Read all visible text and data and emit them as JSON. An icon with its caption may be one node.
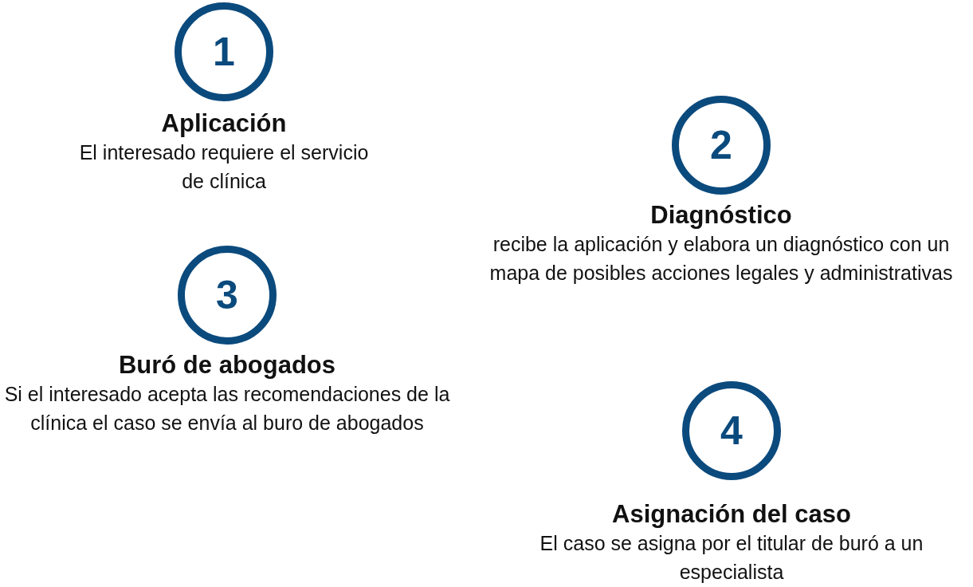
{
  "diagram": {
    "nodes": [
      {
        "text": [
          "1",
          "Aplicación",
          "El interesado requiere el servicio de clínica"
        ]
      },
      {
        "text": [
          "2",
          "Diagnóstico",
          "recibe la aplicación y elabora un diagnóstico con un mapa de posibles acciones legales y administrativas"
        ]
      },
      {
        "text": [
          "3",
          "Buró de abogados",
          "Si el interesado acepta las recomendaciones de la clínica el caso se envía al buro de abogados"
        ]
      },
      {
        "text": [
          "4",
          "Asignación del caso",
          "El caso se asigna por el titular de buró a un especialista"
        ]
      }
    ]
  }
}
